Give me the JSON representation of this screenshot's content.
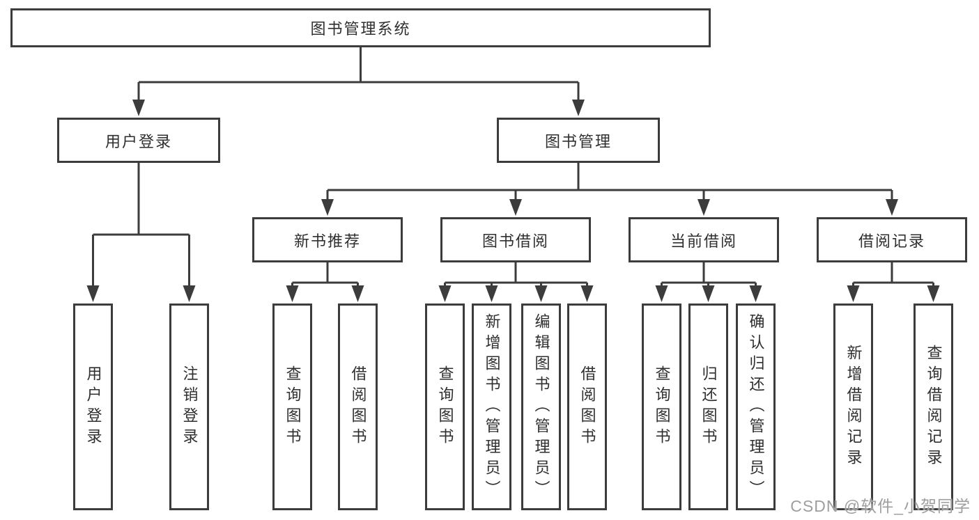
{
  "title": "图书管理系统",
  "tree": {
    "root": {
      "label": "图书管理系统"
    },
    "branches": [
      {
        "label": "用户登录",
        "children": [
          {
            "label": "用户登录"
          },
          {
            "label": "注销登录"
          }
        ]
      },
      {
        "label": "图书管理",
        "sections": [
          {
            "label": "新书推荐",
            "children": [
              {
                "label": "查询图书"
              },
              {
                "label": "借阅图书"
              }
            ]
          },
          {
            "label": "图书借阅",
            "children": [
              {
                "label": "查询图书"
              },
              {
                "label": "新增图书（管理员）"
              },
              {
                "label": "编辑图书（管理员）"
              },
              {
                "label": "借阅图书"
              }
            ]
          },
          {
            "label": "当前借阅",
            "children": [
              {
                "label": "查询图书"
              },
              {
                "label": "归还图书"
              },
              {
                "label": "确认归还（管理员）"
              }
            ]
          },
          {
            "label": "借阅记录",
            "children": [
              {
                "label": "新增借阅记录"
              },
              {
                "label": "查询借阅记录"
              }
            ]
          }
        ]
      }
    ]
  },
  "watermark": {
    "text": "CSDN @软件_小贺同学"
  },
  "colors": {
    "line": "#3c3c3c",
    "text": "#2f2f2f",
    "watermark_text": "#9e9e9e",
    "background": "#ffffff"
  }
}
